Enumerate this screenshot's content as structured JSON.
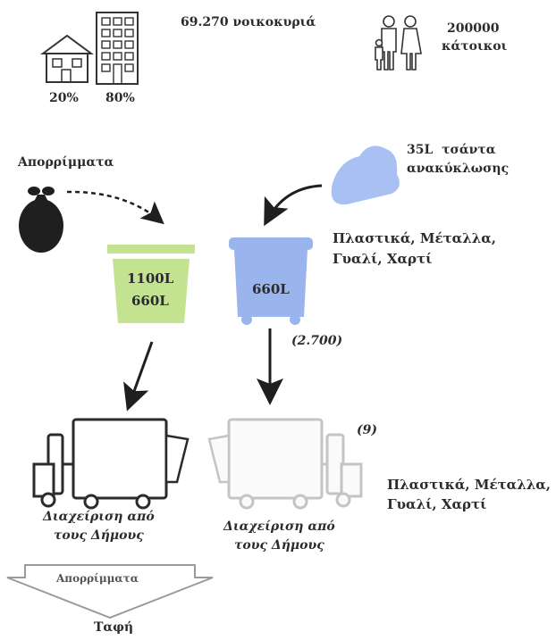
{
  "households": {
    "label": "69.270 νοικοκυριά",
    "house_pct": "20%",
    "apartment_pct": "80%"
  },
  "residents": {
    "count": "200000",
    "unit": "κάτοικοι"
  },
  "waste": {
    "label": "Απορρίμματα"
  },
  "recycle_bag": {
    "size": "35L",
    "label": "τσάντα",
    "label2": "ανακύκλωσης"
  },
  "materials_top": {
    "line1": "Πλαστικά, Μέταλλα,",
    "line2": "Γυαλί, Χαρτί"
  },
  "green_bin": {
    "line1": "1100L",
    "line2": "660L"
  },
  "blue_bin": {
    "label": "660L",
    "count": "(2.700)"
  },
  "left_truck": {
    "line1": "Διαχείριση από",
    "line2": "τους Δήμους"
  },
  "right_truck": {
    "line1": "Διαχείριση από",
    "line2": "τους Δήμους",
    "count": "(9)"
  },
  "materials_right": {
    "line1": "Πλαστικά, Μέταλλα,",
    "line2": "Γυαλί, Χαρτί"
  },
  "landfill": {
    "arrow_label": "Απορρίμματα",
    "label": "Ταφή"
  },
  "colors": {
    "green": "#c3e391",
    "blue": "#9ab5ee",
    "light_blue": "#a9c1f2",
    "dark": "#1f1f1f",
    "gray": "#c9c9c9"
  }
}
